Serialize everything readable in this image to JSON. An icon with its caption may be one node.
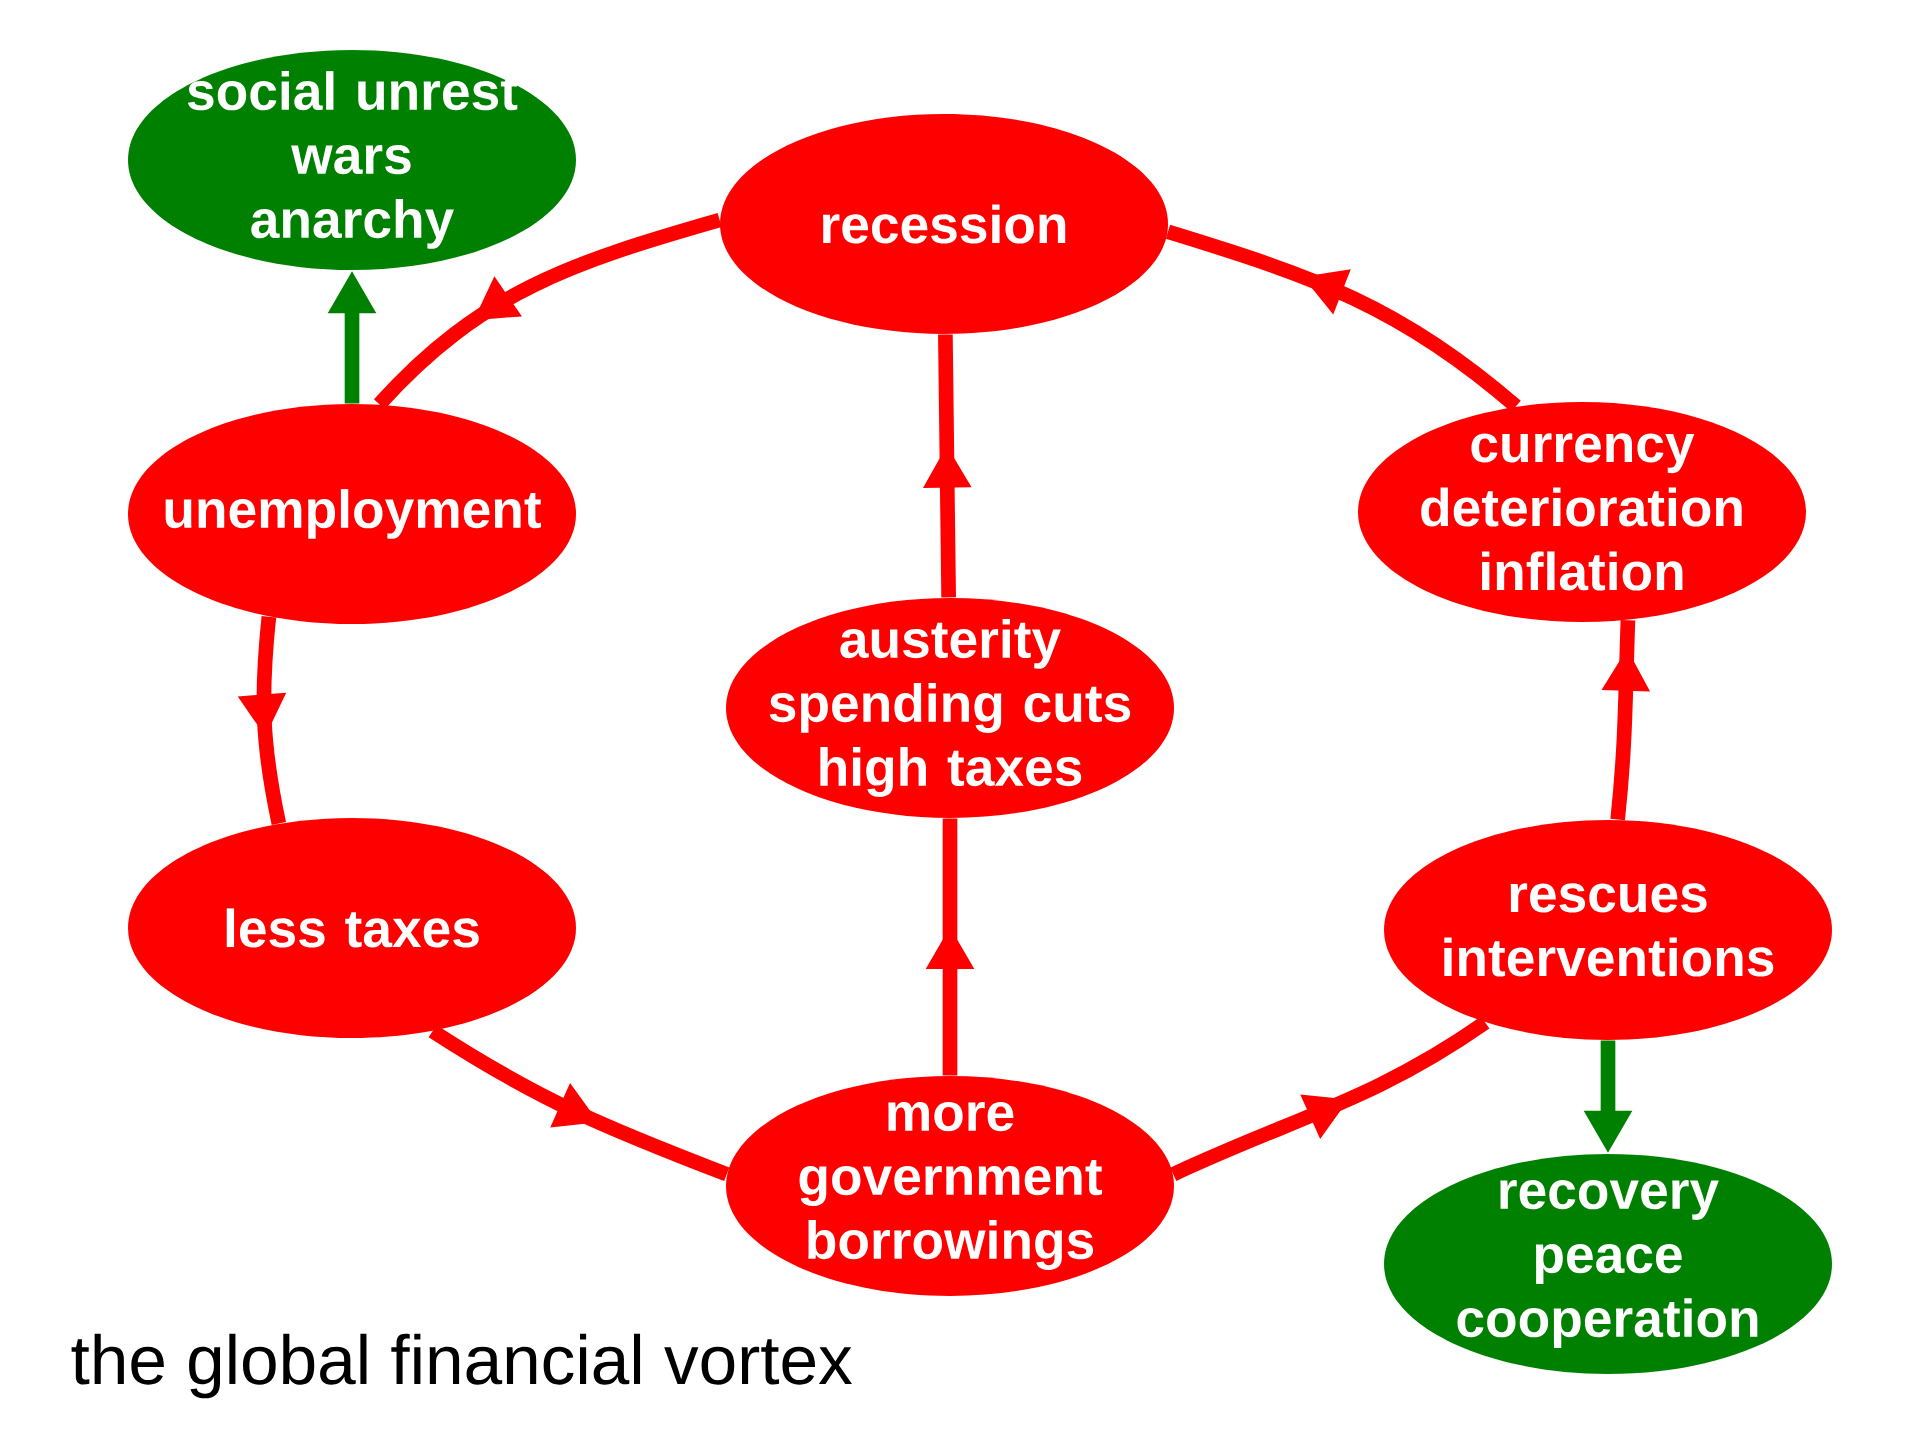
{
  "diagram": {
    "caption": "the global financial vortex",
    "nodes": [
      {
        "text": [
          "social unrest",
          "wars",
          "anarchy"
        ]
      },
      {
        "text": [
          "recession"
        ]
      },
      {
        "text": [
          "unemployment"
        ]
      },
      {
        "text": [
          "currency deterioration",
          "inflation"
        ]
      },
      {
        "text": [
          "austerity",
          "spending cuts",
          "high taxes"
        ]
      },
      {
        "text": [
          "less taxes"
        ]
      },
      {
        "text": [
          "rescues",
          "interventions"
        ]
      },
      {
        "text": [
          "more government borrowings"
        ]
      },
      {
        "text": [
          "recovery",
          "peace",
          "cooperation"
        ]
      }
    ],
    "edges": [
      {
        "from": 1,
        "to": 2,
        "arrow": "to"
      },
      {
        "from": 2,
        "to": 5,
        "arrow": "to"
      },
      {
        "from": 5,
        "to": 7,
        "arrow": "to"
      },
      {
        "from": 7,
        "to": 6,
        "arrow": "to"
      },
      {
        "from": 6,
        "to": 3,
        "arrow": "to"
      },
      {
        "from": 3,
        "to": 1,
        "arrow": "to"
      },
      {
        "from": 7,
        "to": 4,
        "arrow": "to"
      },
      {
        "from": 4,
        "to": 1,
        "arrow": "to"
      },
      {
        "from": 2,
        "to": 0,
        "arrow": "to",
        "color": "#008000"
      },
      {
        "from": 6,
        "to": 8,
        "arrow": "to",
        "color": "#008000"
      }
    ]
  }
}
